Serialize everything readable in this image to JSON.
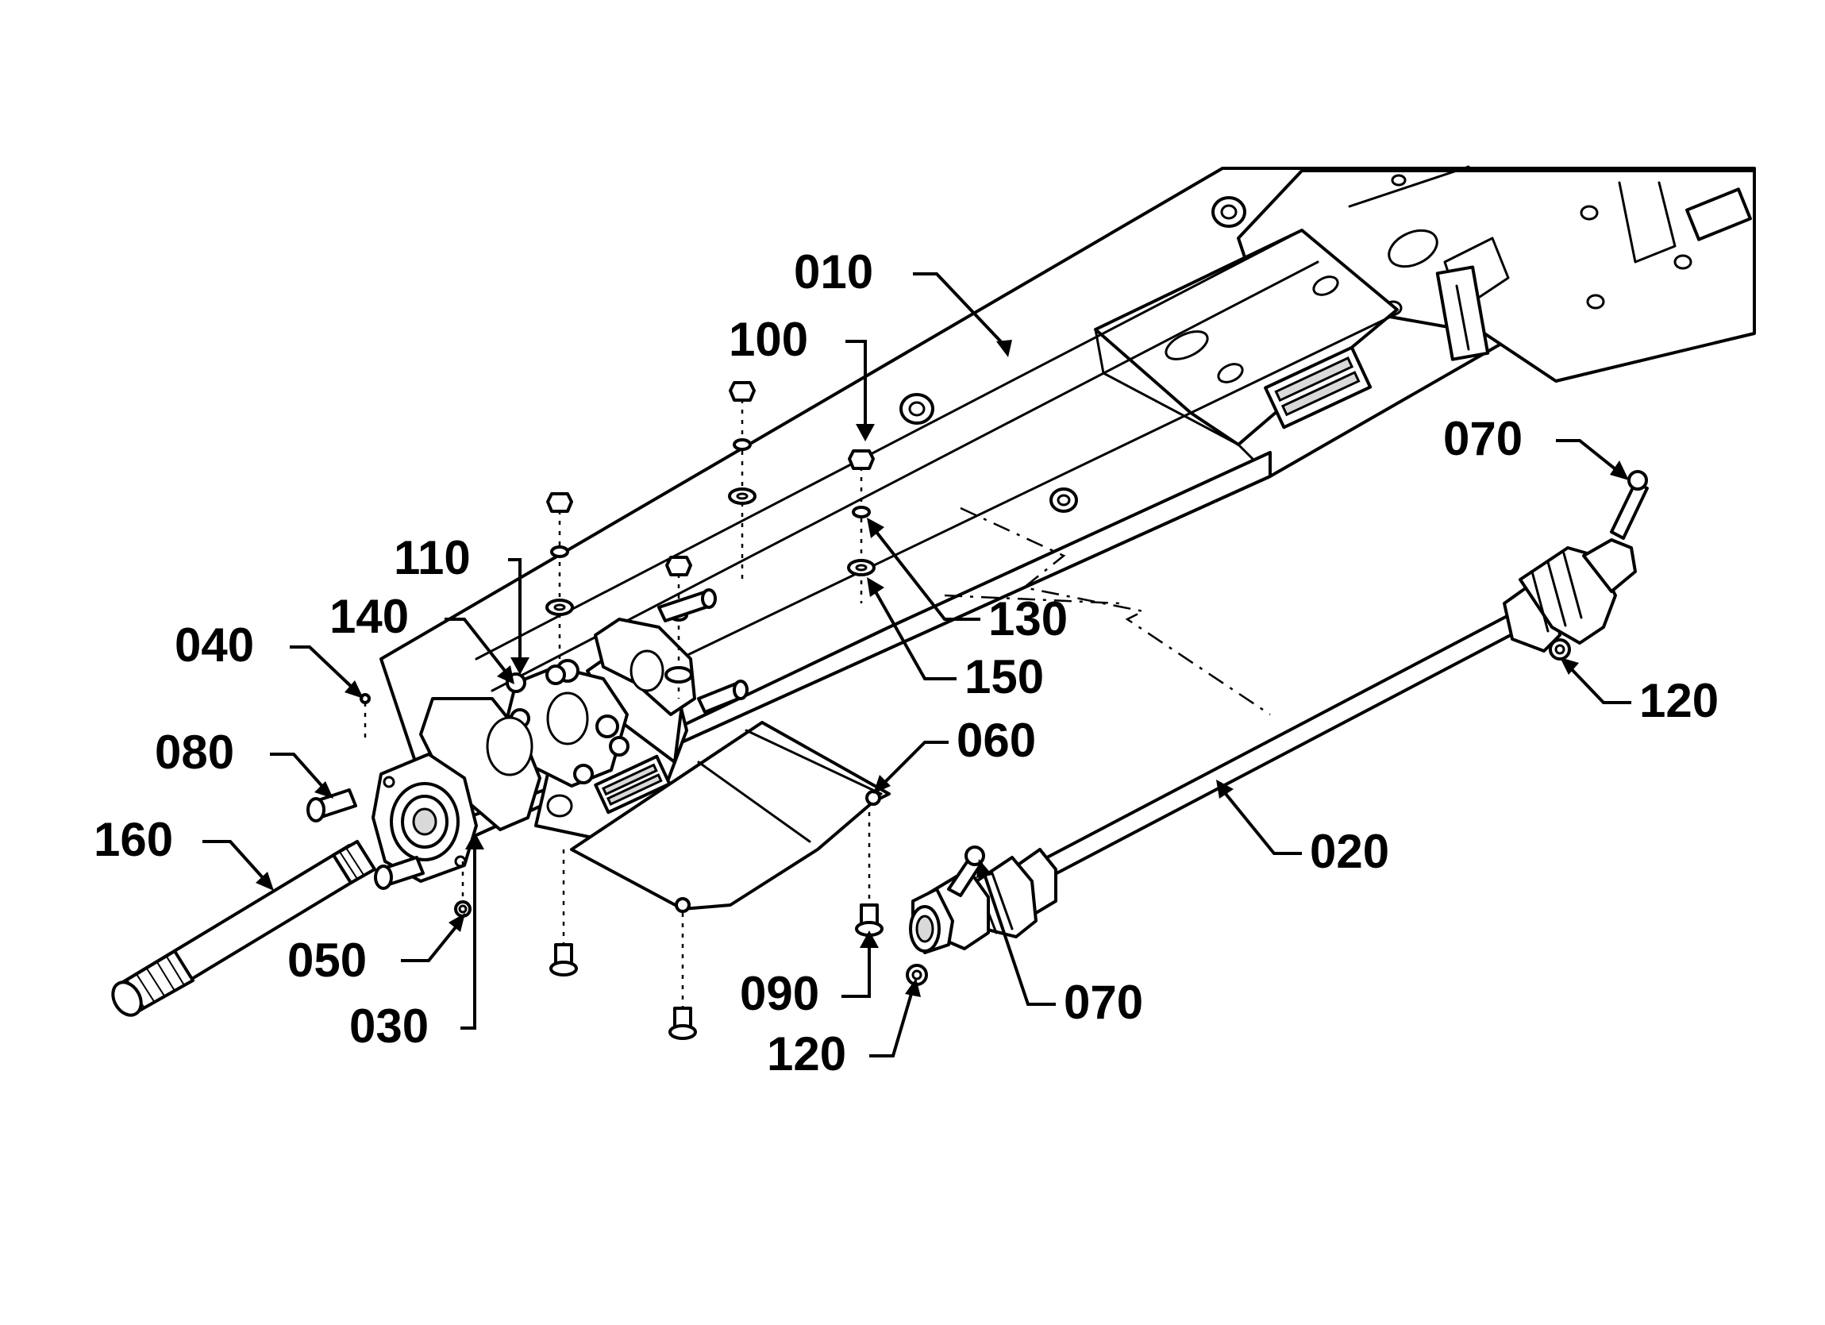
{
  "callouts": {
    "c010": "010",
    "c100": "100",
    "c070_top": "070",
    "c110": "110",
    "c140": "140",
    "c130": "130",
    "c040": "040",
    "c150": "150",
    "c120_right": "120",
    "c080": "080",
    "c060": "060",
    "c160": "160",
    "c020": "020",
    "c050": "050",
    "c090": "090",
    "c070_bottom": "070",
    "c030": "030",
    "c120_bottom": "120"
  },
  "colors": {
    "line": "#000000",
    "background": "#ffffff"
  }
}
